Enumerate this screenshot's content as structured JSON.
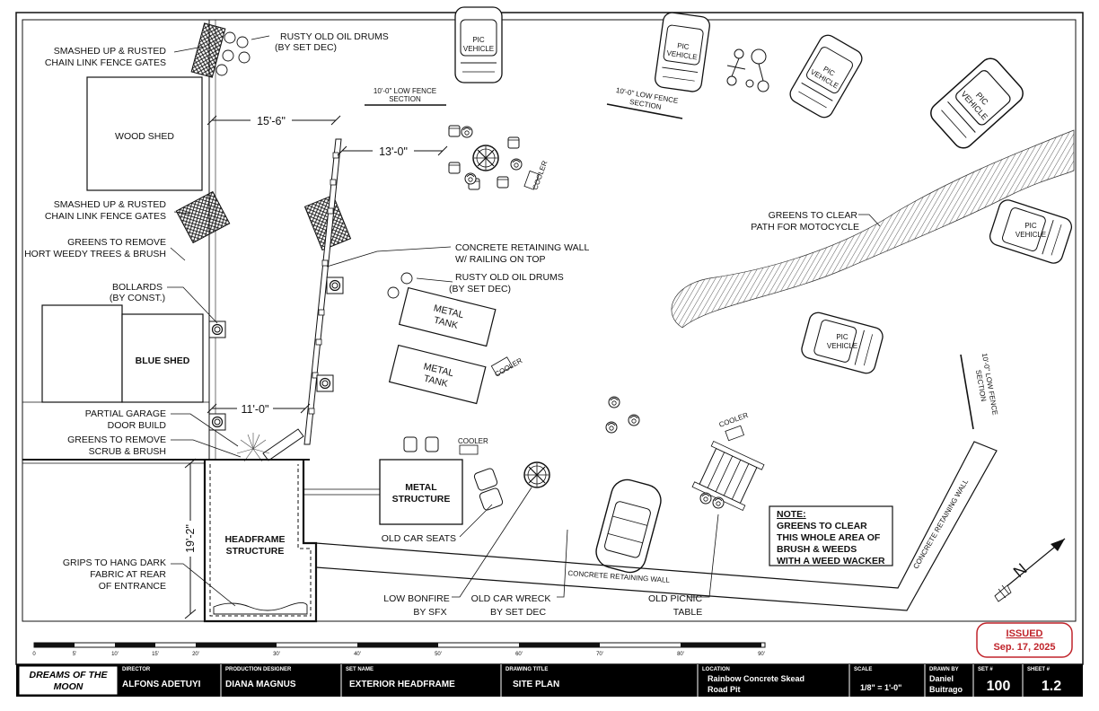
{
  "labels": {
    "rusty_drums_top_1": "RUSTY OLD OIL DRUMS",
    "rusty_drums_top_2": "(BY SET DEC)",
    "gates_top_1": "SMASHED UP & RUSTED",
    "gates_top_2": "CHAIN LINK FENCE GATES",
    "wood_shed": "WOOD SHED",
    "gates_mid_1": "SMASHED UP & RUSTED",
    "gates_mid_2": "CHAIN LINK FENCE GATES",
    "greens_remove_1": "GREENS TO REMOVE",
    "greens_remove_2": "HORT WEEDY TREES & BRUSH",
    "bollards_1": "BOLLARDS",
    "bollards_2": "(BY CONST.)",
    "blue_shed": "BLUE SHED",
    "garage_1": "PARTIAL GARAGE",
    "garage_2": "DOOR BUILD",
    "greens_scrub_1": "GREENS TO REMOVE",
    "greens_scrub_2": "SCRUB & BRUSH",
    "grips_1": "GRIPS TO HANG DARK",
    "grips_2": "FABRIC AT REAR",
    "grips_3": "OF ENTRANCE",
    "headframe_1": "HEADFRAME",
    "headframe_2": "STRUCTURE",
    "low_fence_1a": "10'-0\" LOW FENCE",
    "low_fence_1b": "SECTION",
    "low_fence_2a": "10'-0\" LOW FENCE",
    "low_fence_2b": "SECTION",
    "low_fence_3a": "10'-0\" LOW FENCE",
    "low_fence_3b": "SECTION",
    "pic_vehicle": "PIC",
    "pic_vehicle_2": "VEHICLE",
    "cooler": "COOLER",
    "retaining_rail_1": "CONCRETE RETAINING WALL",
    "retaining_rail_2": "W/ RAILING ON TOP",
    "rusty_drums_mid_1": "RUSTY OLD OIL DRUMS",
    "rusty_drums_mid_2": "(BY SET DEC)",
    "metal_tank_1": "METAL",
    "metal_tank_2": "TANK",
    "greens_clear_1": "GREENS TO CLEAR",
    "greens_clear_2": "PATH FOR MOTOCYCLE",
    "metal_structure_1": "METAL",
    "metal_structure_2": "STRUCTURE",
    "old_car_seats": "OLD CAR SEATS",
    "low_bonfire_1": "LOW BONFIRE",
    "low_bonfire_2": "BY SFX",
    "car_wreck_1": "OLD CAR WRECK",
    "car_wreck_2": "BY SET DEC",
    "picnic_1": "OLD PICNIC",
    "picnic_2": "TABLE",
    "retaining_wall": "CONCRETE RETAINING WALL",
    "retaining_wall_diag": "CONCRETE RETAINING WALL",
    "note_title": "NOTE:",
    "note_1": "GREENS TO CLEAR",
    "note_2": "THIS WHOLE AREA OF",
    "note_3": "BRUSH & WEEDS",
    "note_4": "WITH A WEED WACKER",
    "north": "N"
  },
  "dimensions": {
    "d1": "15'-6\"",
    "d2": "13'-0\"",
    "d3": "11'-0\"",
    "d4": "19'-2\""
  },
  "scale_bar": [
    "0",
    "5'",
    "10'",
    "15'",
    "20'",
    "30'",
    "40'",
    "50'",
    "60'",
    "70'",
    "80'",
    "90'"
  ],
  "stamp": {
    "title": "ISSUED",
    "date": "Sep. 17, 2025"
  },
  "title_block": {
    "project": "DREAMS OF THE MOON",
    "director_label": "DIRECTOR",
    "director": "ALFONS ADETUYI",
    "designer_label": "PRODUCTION DESIGNER",
    "designer": "DIANA MAGNUS",
    "set_name_label": "SET NAME",
    "set_name": "EXTERIOR HEADFRAME",
    "drawing_title_label": "DRAWING TITLE",
    "drawing_title": "SITE PLAN",
    "location_label": "LOCATION",
    "location_1": "Rainbow Concrete Skead",
    "location_2": "Road Pit",
    "scale_label": "SCALE",
    "scale": "1/8\" = 1'-0\"",
    "drawn_by_label": "DRAWN BY",
    "drawn_by_1": "Daniel",
    "drawn_by_2": "Buitrago",
    "set_no_label": "SET #",
    "set_no": "100",
    "sheet_no_label": "SHEET #",
    "sheet_no": "1.2"
  },
  "colors": {
    "stamp": "#c0242b",
    "titleblock_bg": "#000000",
    "ink": "#111111"
  }
}
